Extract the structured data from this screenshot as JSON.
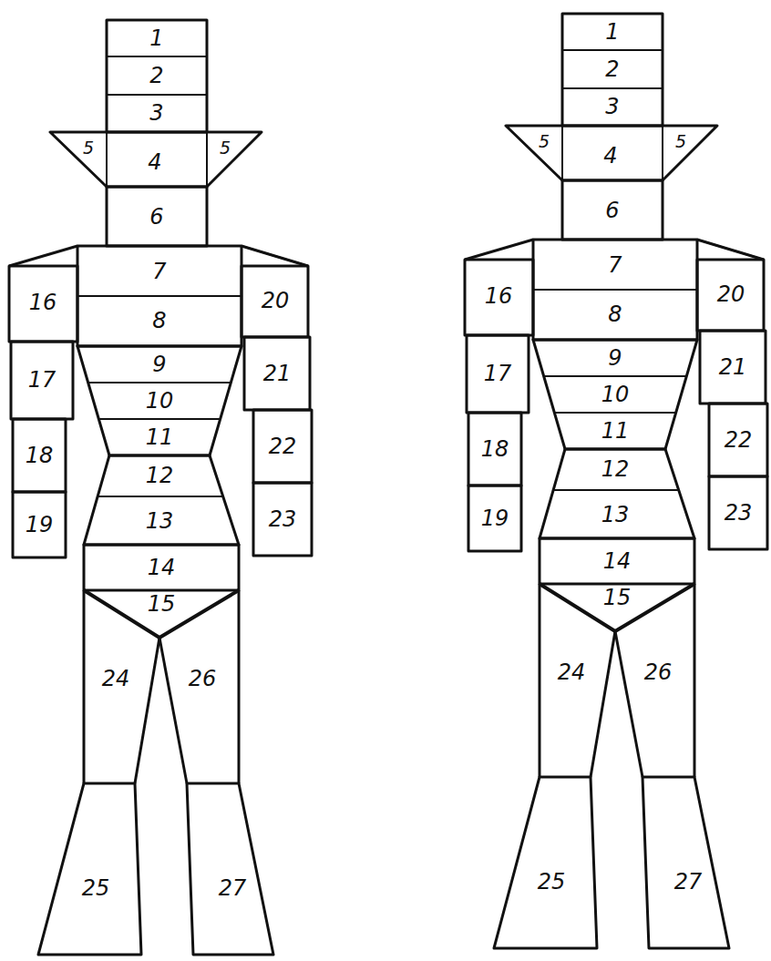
{
  "diagram": {
    "labels": [
      "1",
      "2",
      "3",
      "4",
      "5",
      "5",
      "6",
      "7",
      "8",
      "9",
      "10",
      "11",
      "12",
      "13",
      "14",
      "15",
      "16",
      "17",
      "18",
      "19",
      "20",
      "21",
      "22",
      "23",
      "24",
      "25",
      "26",
      "27",
      "1",
      "2",
      "3",
      "4",
      "5",
      "5",
      "6",
      "7",
      "8",
      "9",
      "10",
      "11",
      "12",
      "13",
      "14",
      "15",
      "16",
      "17",
      "18",
      "19",
      "20",
      "21",
      "22",
      "23",
      "24",
      "25",
      "26",
      "27"
    ]
  }
}
